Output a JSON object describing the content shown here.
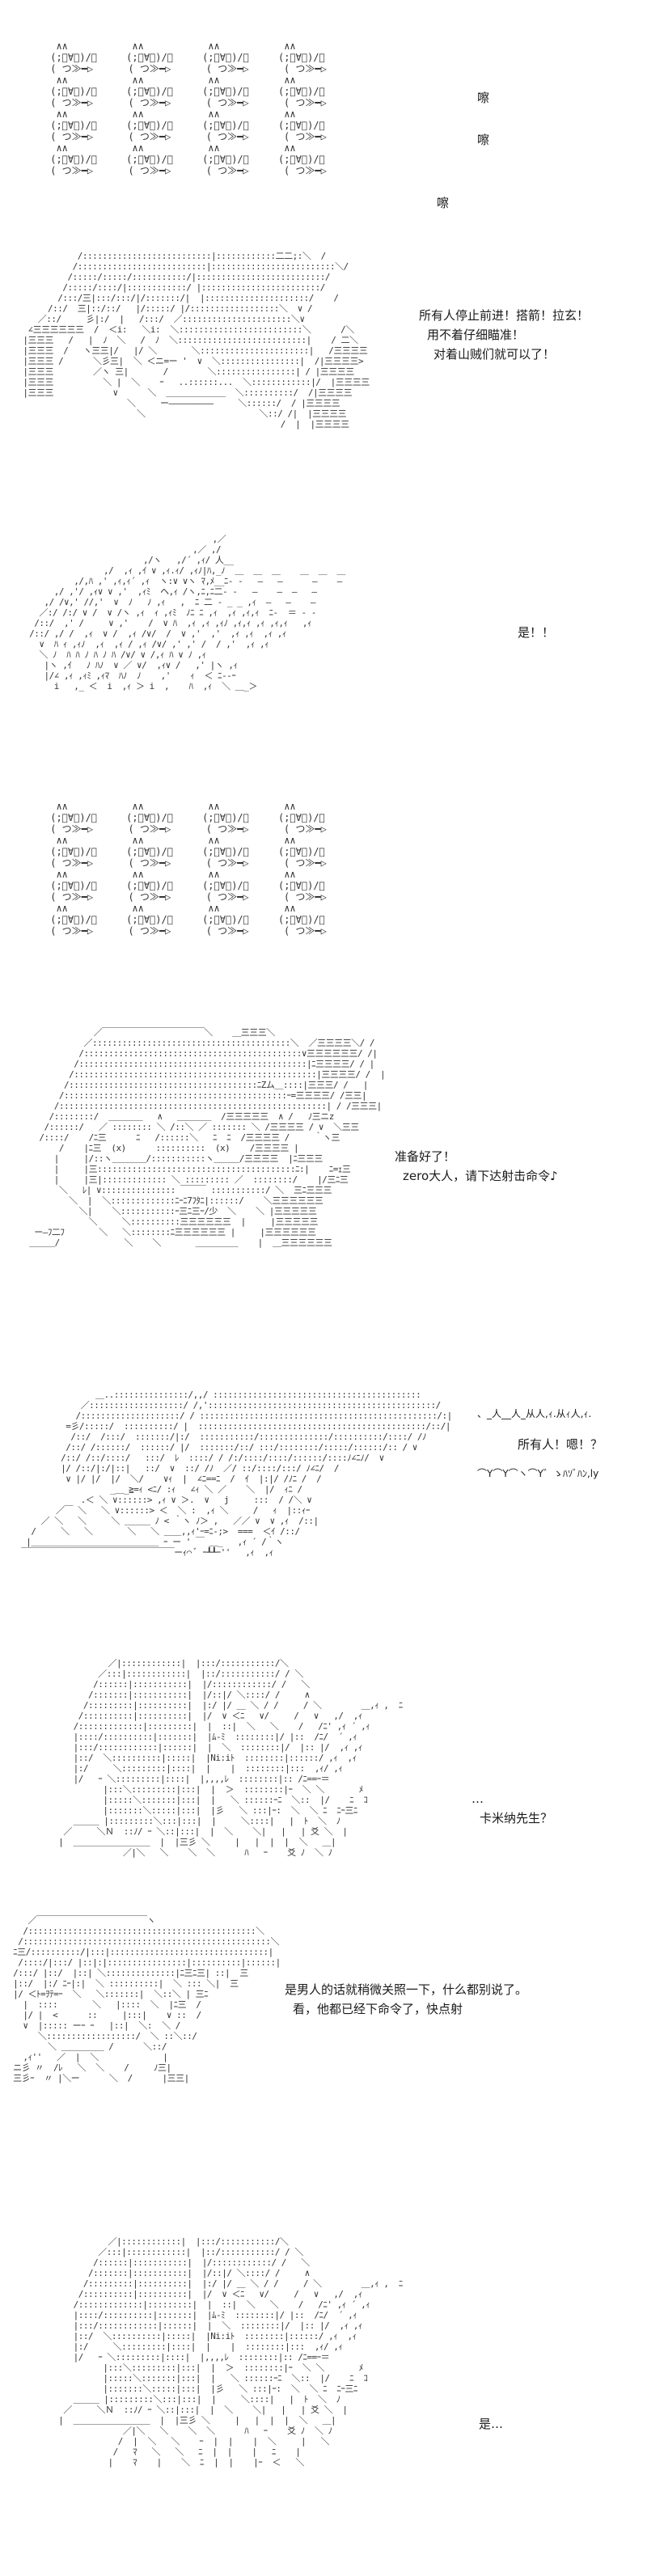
{
  "panels": [
    {
      "id": "panel-1",
      "sfx": [
        "嚓",
        "嚓",
        "嚓"
      ]
    },
    {
      "id": "panel-2",
      "dialogue": [
        "所有人停止前进！搭箭！拉玄！",
        "用不着仔细瞄准！",
        "对着山贼们就可以了！"
      ]
    },
    {
      "id": "panel-3",
      "dialogue": [
        "是！！"
      ]
    },
    {
      "id": "panel-4"
    },
    {
      "id": "panel-5",
      "dialogue": [
        "准备好了！",
        "zero大人，请下达射击命令♪"
      ]
    },
    {
      "id": "panel-6",
      "dialogue": [
        "所有人！嗯！？"
      ],
      "ruby_top": "、_人__人_从人,ｨ.从ｨ人,ｨ.",
      "ruby_bottom": "⌒Y⌒Y⌒ヽ⌒Y゛ゝﾊｿﾞﾊﾝ,ly"
    },
    {
      "id": "panel-7",
      "dialogue": [
        "…",
        "卡米纳先生？"
      ]
    },
    {
      "id": "panel-8",
      "dialogue": [
        "是男人的话就稍微关照一下，什么都别说了。",
        "看，他都已经下命令了，快点射"
      ]
    },
    {
      "id": "panel-9",
      "dialogue": [
        "是…"
      ]
    }
  ]
}
